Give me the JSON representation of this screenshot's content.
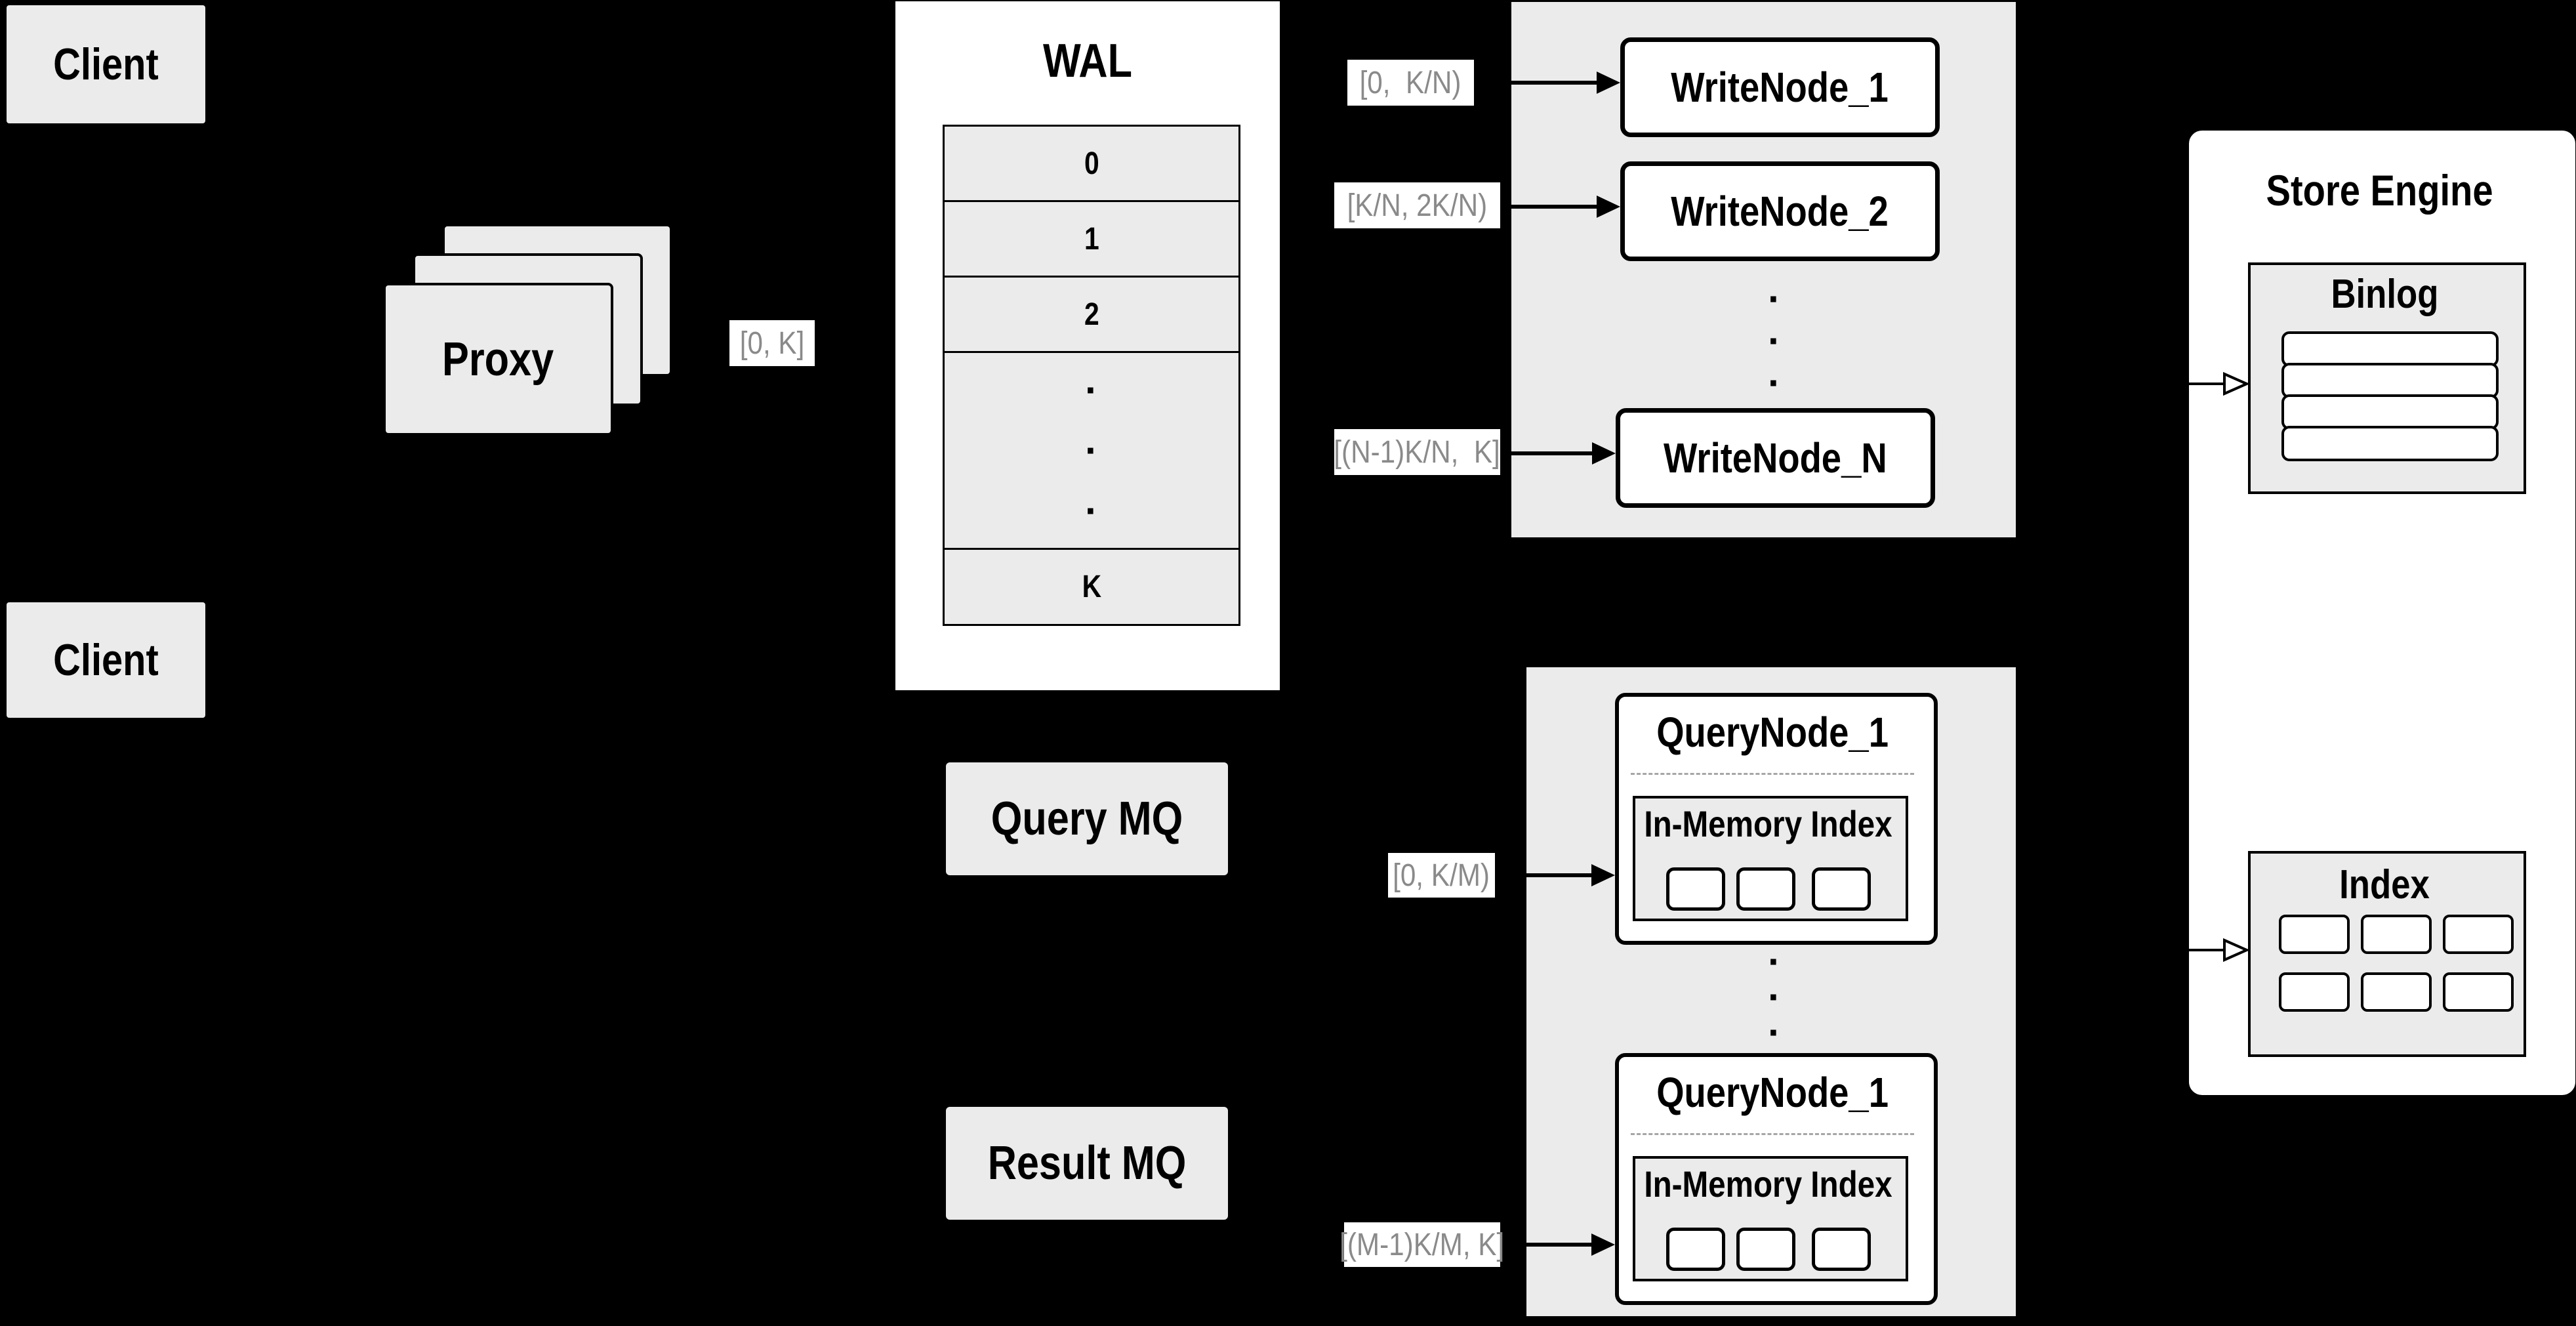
{
  "colors": {
    "background": "#000000",
    "panel_gray": "#ebebeb",
    "box_white": "#ffffff",
    "line_black": "#000000",
    "range_label_text": "#8a8a8a",
    "dashed_divider": "#a6a6a6"
  },
  "clients": {
    "top": "Client",
    "bottom": "Client"
  },
  "proxy": {
    "label": "Proxy"
  },
  "ranges": {
    "proxy_to_wal": "[0, K]",
    "write": [
      "[0,  K/N)",
      "[K/N, 2K/N)",
      "[(N-1)K/N,  K]"
    ],
    "query": [
      "[0, K/M)",
      "[(M-1)K/M, K]"
    ]
  },
  "wal": {
    "title": "WAL",
    "rows": [
      "0",
      "1",
      "2"
    ],
    "ellipsis": "·\n·\n·",
    "last_row": "K"
  },
  "write_nodes": {
    "items": [
      "WriteNode_1",
      "WriteNode_2",
      "WriteNode_N"
    ],
    "ellipsis": "·\n·\n·"
  },
  "mq": {
    "query": "Query MQ",
    "result": "Result MQ"
  },
  "query_nodes": {
    "items": [
      {
        "title": "QueryNode_1",
        "index_label": "In-Memory Index"
      },
      {
        "title": "QueryNode_1",
        "index_label": "In-Memory Index"
      }
    ],
    "ellipsis": "·\n·\n·"
  },
  "store_engine": {
    "title": "Store Engine",
    "binlog": "Binlog",
    "index": "Index"
  }
}
